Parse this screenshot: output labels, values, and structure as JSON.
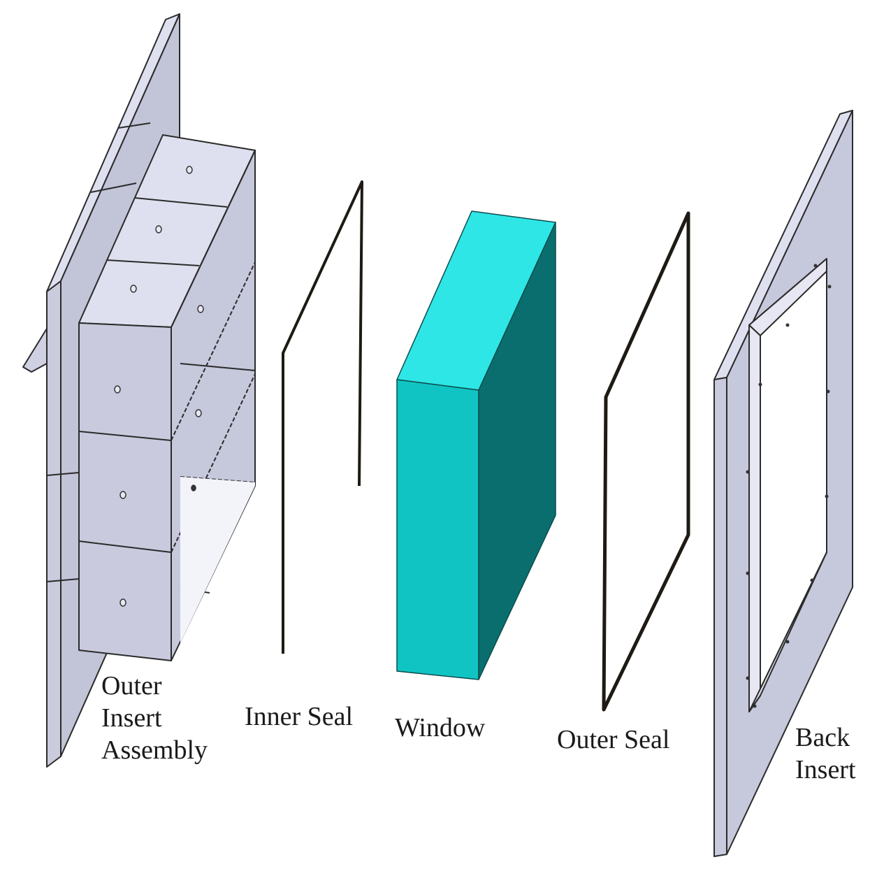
{
  "components": {
    "outer_insert_assembly": {
      "label_lines": [
        "Outer",
        "Insert",
        "Assembly"
      ]
    },
    "inner_seal": {
      "label": "Inner Seal"
    },
    "window": {
      "label": "Window"
    },
    "outer_seal": {
      "label": "Outer Seal"
    },
    "back_insert": {
      "label_lines": [
        "Back",
        "Insert"
      ]
    }
  },
  "colors": {
    "metal_light": "#dfe0ef",
    "metal_mid": "#cacbdd",
    "metal_dark": "#b3b5cc",
    "edge": "#2b2b2b",
    "window_top": "#2fe6e6",
    "window_front": "#10c4c4",
    "window_side": "#0a6e6e",
    "seal": "#1e1a14"
  }
}
